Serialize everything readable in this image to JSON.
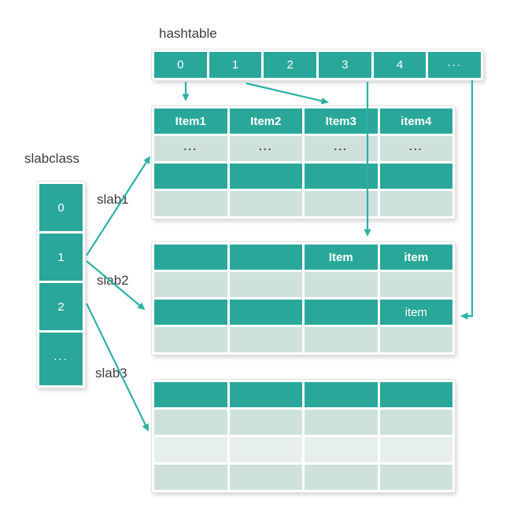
{
  "labels": {
    "hashtable": "hashtable",
    "slabclass": "slabclass",
    "slab1": "slab1",
    "slab2": "slab2",
    "slab3": "slab3"
  },
  "colors": {
    "teal_fill": "#2aa79b",
    "light_row": "#cfe1dd",
    "lighter_row": "#e6efed",
    "arrow": "#2cb1a3",
    "label_text": "#3b3b3b"
  },
  "hashtable": {
    "cells": [
      "0",
      "1",
      "2",
      "3",
      "4",
      "..."
    ]
  },
  "slabclass": {
    "cells": [
      "0",
      "1",
      "2",
      "..."
    ]
  },
  "slab1": {
    "rows": [
      [
        "Item1",
        "Item2",
        "Item3",
        "item4"
      ],
      [
        "...",
        "...",
        "...",
        "..."
      ],
      [
        "",
        "",
        "",
        ""
      ],
      [
        "",
        "",
        "",
        ""
      ]
    ]
  },
  "slab2": {
    "rows": [
      [
        "",
        "",
        "Item",
        "item"
      ],
      [
        "",
        "",
        "",
        ""
      ],
      [
        "",
        "",
        "",
        "item"
      ],
      [
        "",
        "",
        "",
        ""
      ]
    ]
  },
  "slab3": {
    "rows": [
      [
        "",
        "",
        "",
        ""
      ],
      [
        "",
        "",
        "",
        ""
      ],
      [
        "",
        "",
        "",
        ""
      ],
      [
        "",
        "",
        "",
        ""
      ]
    ]
  }
}
